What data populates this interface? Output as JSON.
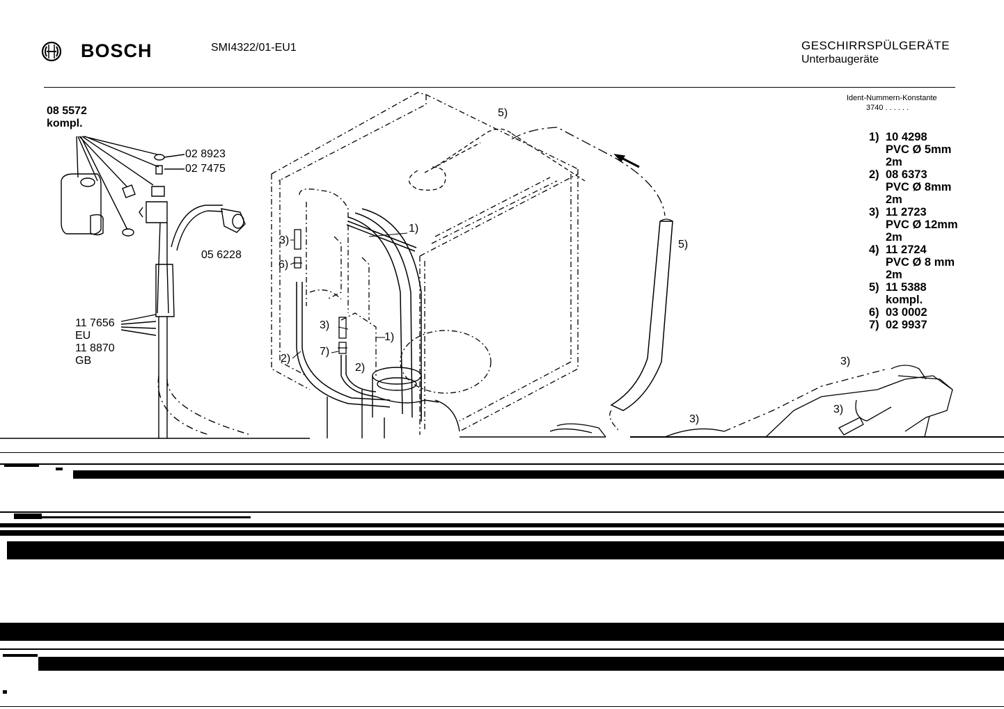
{
  "header": {
    "brand": "BOSCH",
    "model": "SMI4322/01-EU1",
    "category_title": "GESCHIRRSPÜLGERÄTE",
    "category_subtitle": "Unterbaugeräte",
    "ident_label": "Ident-Nummern-Konstante",
    "ident_value": "3740  . .   . . . ."
  },
  "callouts": {
    "kit_number": "08 5572",
    "kit_label": "kompl.",
    "part_028923": "02 8923",
    "part_027475": "02 7475",
    "part_056228": "05 6228",
    "hose_eu_number": "11 7656",
    "hose_eu_label": "EU",
    "hose_gb_number": "11 8870",
    "hose_gb_label": "GB",
    "ref_1a": "1)",
    "ref_1b": "1)",
    "ref_2a": "2)",
    "ref_2b": "2)",
    "ref_3a": "3)",
    "ref_3b": "3)",
    "ref_3c": "3)",
    "ref_3d": "3)",
    "ref_3e": "3)",
    "ref_5a": "5)",
    "ref_5b": "5)",
    "ref_6": "6)",
    "ref_7": "7)"
  },
  "legend": [
    {
      "num": "1)",
      "lines": [
        "10 4298",
        "PVC Ø 5mm",
        "2m"
      ]
    },
    {
      "num": "2)",
      "lines": [
        "08 6373",
        "PVC Ø 8mm",
        "2m"
      ]
    },
    {
      "num": "3)",
      "lines": [
        "11 2723",
        "PVC Ø 12mm",
        "2m"
      ]
    },
    {
      "num": "4)",
      "lines": [
        "11 2724",
        "PVC Ø 8 mm",
        "2m"
      ]
    },
    {
      "num": "5)",
      "lines": [
        "11 5388",
        "kompl."
      ]
    },
    {
      "num": "6)",
      "lines": [
        "03 0002"
      ]
    },
    {
      "num": "7)",
      "lines": [
        "02 9937"
      ]
    }
  ],
  "icons": {
    "logo": "bosch-armature-icon",
    "direction": "arrow-icon"
  }
}
